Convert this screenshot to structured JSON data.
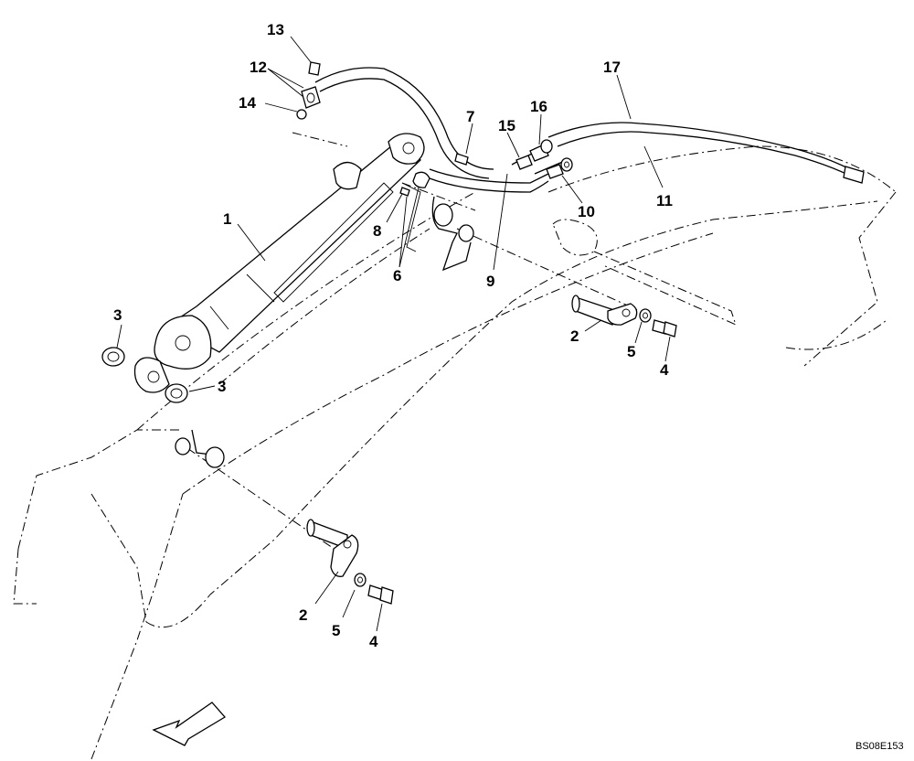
{
  "diagram": {
    "drawing_code": "BS08E153",
    "callouts": [
      "1",
      "2",
      "2",
      "3",
      "3",
      "4",
      "4",
      "5",
      "5",
      "6",
      "7",
      "8",
      "9",
      "10",
      "11",
      "12",
      "13",
      "14",
      "15",
      "16",
      "17"
    ],
    "direction_arrow": "front-direction-arrow-icon"
  }
}
